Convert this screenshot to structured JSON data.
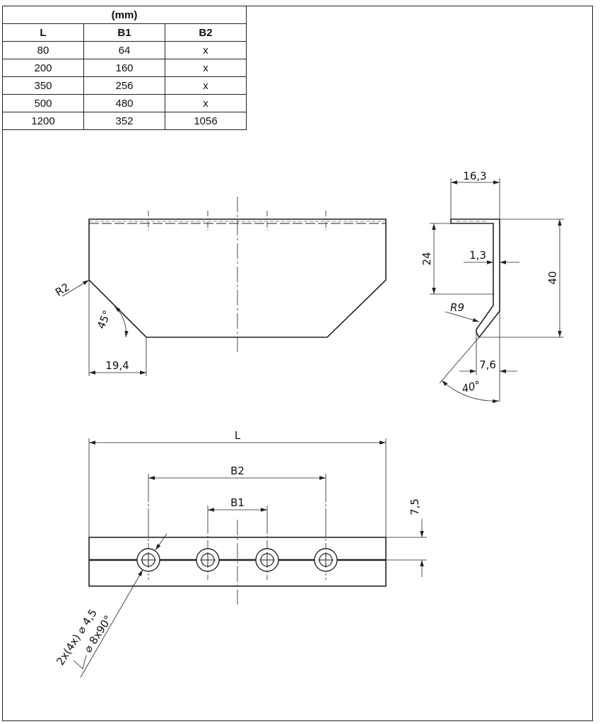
{
  "table": {
    "unit_header": "(mm)",
    "columns": [
      "L",
      "B1",
      "B2"
    ],
    "rows": [
      [
        "80",
        "64",
        "x"
      ],
      [
        "200",
        "160",
        "x"
      ],
      [
        "350",
        "256",
        "x"
      ],
      [
        "500",
        "480",
        "x"
      ],
      [
        "1200",
        "352",
        "1056"
      ]
    ]
  },
  "front_view": {
    "radius_label": "R2",
    "angle_label": "45°",
    "chamfer_width_label": "19,4"
  },
  "side_view": {
    "top_width_label": "16,3",
    "inner_height_label": "24",
    "thickness_label": "1,3",
    "total_height_label": "40",
    "radius_label": "R9",
    "lip_width_label": "7,6",
    "angle_label": "40°"
  },
  "bottom_view": {
    "length_label": "L",
    "b2_label": "B2",
    "b1_label": "B1",
    "hole_offset_label": "7,5",
    "hole_callout_line1": "2x(4x)  ⌀ 4,5",
    "hole_callout_line2": "⌀ 8x90°"
  },
  "colors": {
    "line": "#222222",
    "background": "#ffffff"
  }
}
